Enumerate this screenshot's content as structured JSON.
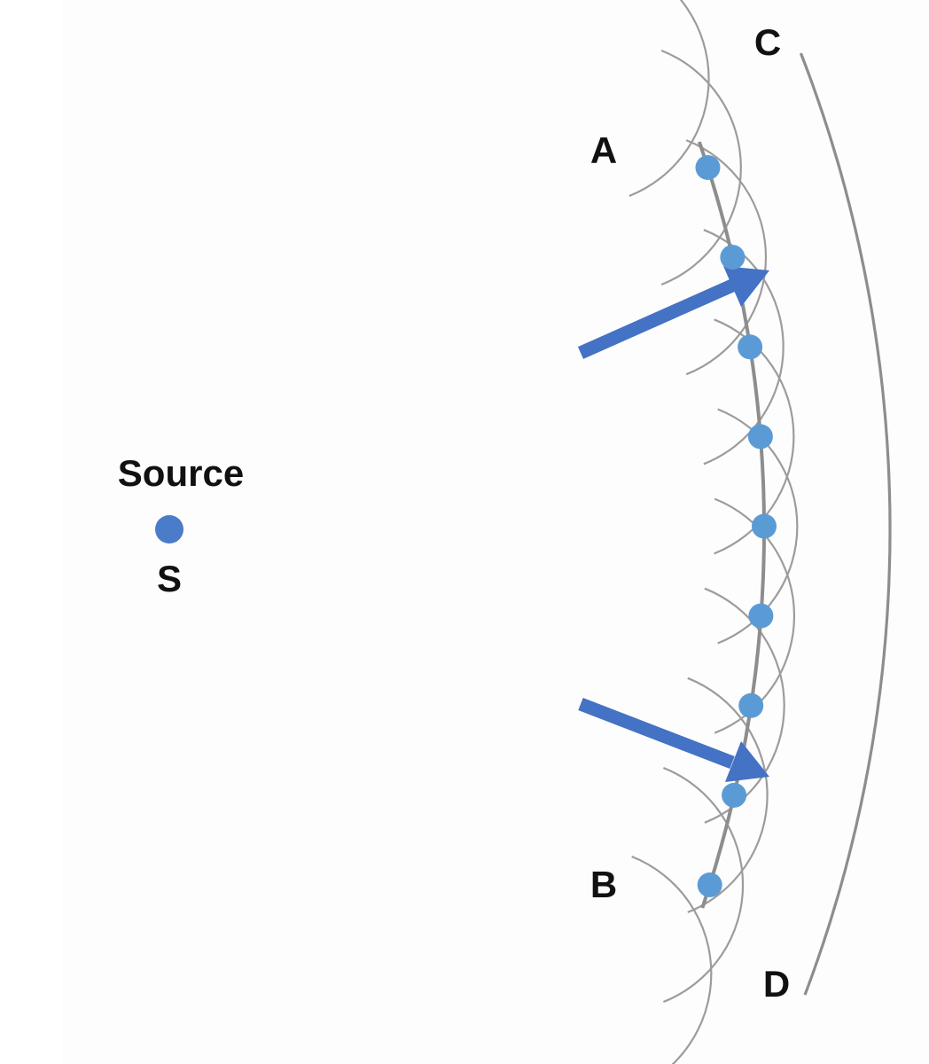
{
  "labels": {
    "source_title": "Source",
    "source_letter": "S",
    "point_a": "A",
    "point_b": "B",
    "point_c": "C",
    "point_d": "D"
  },
  "colors": {
    "source_dot": "#4a7cc9",
    "wavelet_source_dot": "#5b9bd5",
    "arrow": "#4472c4",
    "curve": "#8d8d8d",
    "wavelet_arc": "#9c9c9c",
    "text": "#111111"
  },
  "secondary_source_count": 9
}
